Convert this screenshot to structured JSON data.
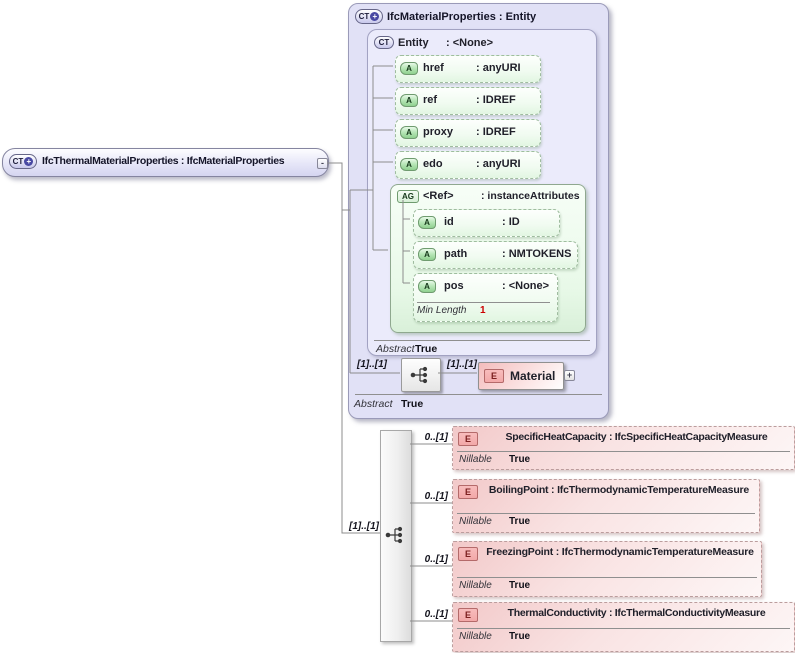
{
  "colors": {
    "panel_purple": "#e1e1f6",
    "attribute_green": "#e8f9e8",
    "element_pink": "#f2c9c9",
    "badge_circle_blue": "#4949a3",
    "facet_red": "#cc0000",
    "connector_gray": "#8c8c8c"
  },
  "diagram": {
    "root": {
      "badge": "CT",
      "badge_plus": "+",
      "title": "IfcThermalMaterialProperties : IfcMaterialProperties",
      "collapse_glyph": "-"
    },
    "parent_box": {
      "badge": "CT",
      "badge_plus": "+",
      "title": "IfcMaterialProperties : Entity",
      "abstract_label": "Abstract",
      "abstract_value": "True",
      "entity_box": {
        "badge": "CT",
        "name": "Entity",
        "type": ": <None>",
        "abstract_label": "Abstract",
        "abstract_value": "True",
        "attributes": [
          {
            "badge": "A",
            "name": "href",
            "type": ": anyURI"
          },
          {
            "badge": "A",
            "name": "ref",
            "type": ": IDREF"
          },
          {
            "badge": "A",
            "name": "proxy",
            "type": ": IDREF"
          },
          {
            "badge": "A",
            "name": "edo",
            "type": ": anyURI"
          }
        ],
        "attribute_group": {
          "badge": "AG",
          "name": "<Ref>",
          "type": ": instanceAttributes",
          "attributes": [
            {
              "badge": "A",
              "name": "id",
              "type": ": ID"
            },
            {
              "badge": "A",
              "name": "path",
              "type": ": NMTOKENS"
            },
            {
              "badge": "A",
              "name": "pos",
              "type": ": <None>",
              "facet_label": "Min Length",
              "facet_value": "1"
            }
          ]
        }
      },
      "inherited_model": {
        "cardinality_left": "[1]..[1]",
        "cardinality_right": "[1]..[1]",
        "element": {
          "badge": "E",
          "name": "Material",
          "expand_glyph": "+"
        }
      }
    },
    "content_model": {
      "cardinality": "[1]..[1]",
      "elements": [
        {
          "badge": "E",
          "cardinality": "0..[1]",
          "title": "SpecificHeatCapacity : IfcSpecificHeatCapacityMeasure",
          "nillable_label": "Nillable",
          "nillable_value": "True"
        },
        {
          "badge": "E",
          "cardinality": "0..[1]",
          "title": "BoilingPoint : IfcThermodynamicTemperatureMeasure",
          "nillable_label": "Nillable",
          "nillable_value": "True"
        },
        {
          "badge": "E",
          "cardinality": "0..[1]",
          "title": "FreezingPoint : IfcThermodynamicTemperatureMeasure",
          "nillable_label": "Nillable",
          "nillable_value": "True"
        },
        {
          "badge": "E",
          "cardinality": "0..[1]",
          "title": "ThermalConductivity : IfcThermalConductivityMeasure",
          "nillable_label": "Nillable",
          "nillable_value": "True"
        }
      ]
    }
  }
}
